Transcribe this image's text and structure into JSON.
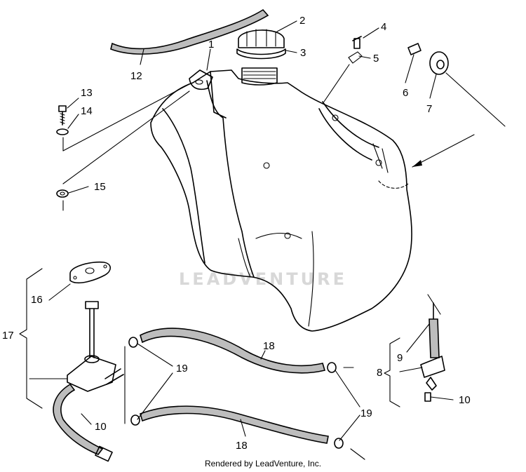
{
  "watermark": "LEADVENTURE",
  "footer": "Rendered by LeadVenture, Inc.",
  "callouts": {
    "c1": "1",
    "c2": "2",
    "c3": "3",
    "c4": "4",
    "c5": "5",
    "c6": "6",
    "c7": "7",
    "c8": "8",
    "c9": "9",
    "c10a": "10",
    "c10b": "10",
    "c12": "12",
    "c13": "13",
    "c14": "14",
    "c15": "15",
    "c16": "16",
    "c17": "17",
    "c18a": "18",
    "c18b": "18",
    "c19a": "19",
    "c19b": "19"
  }
}
